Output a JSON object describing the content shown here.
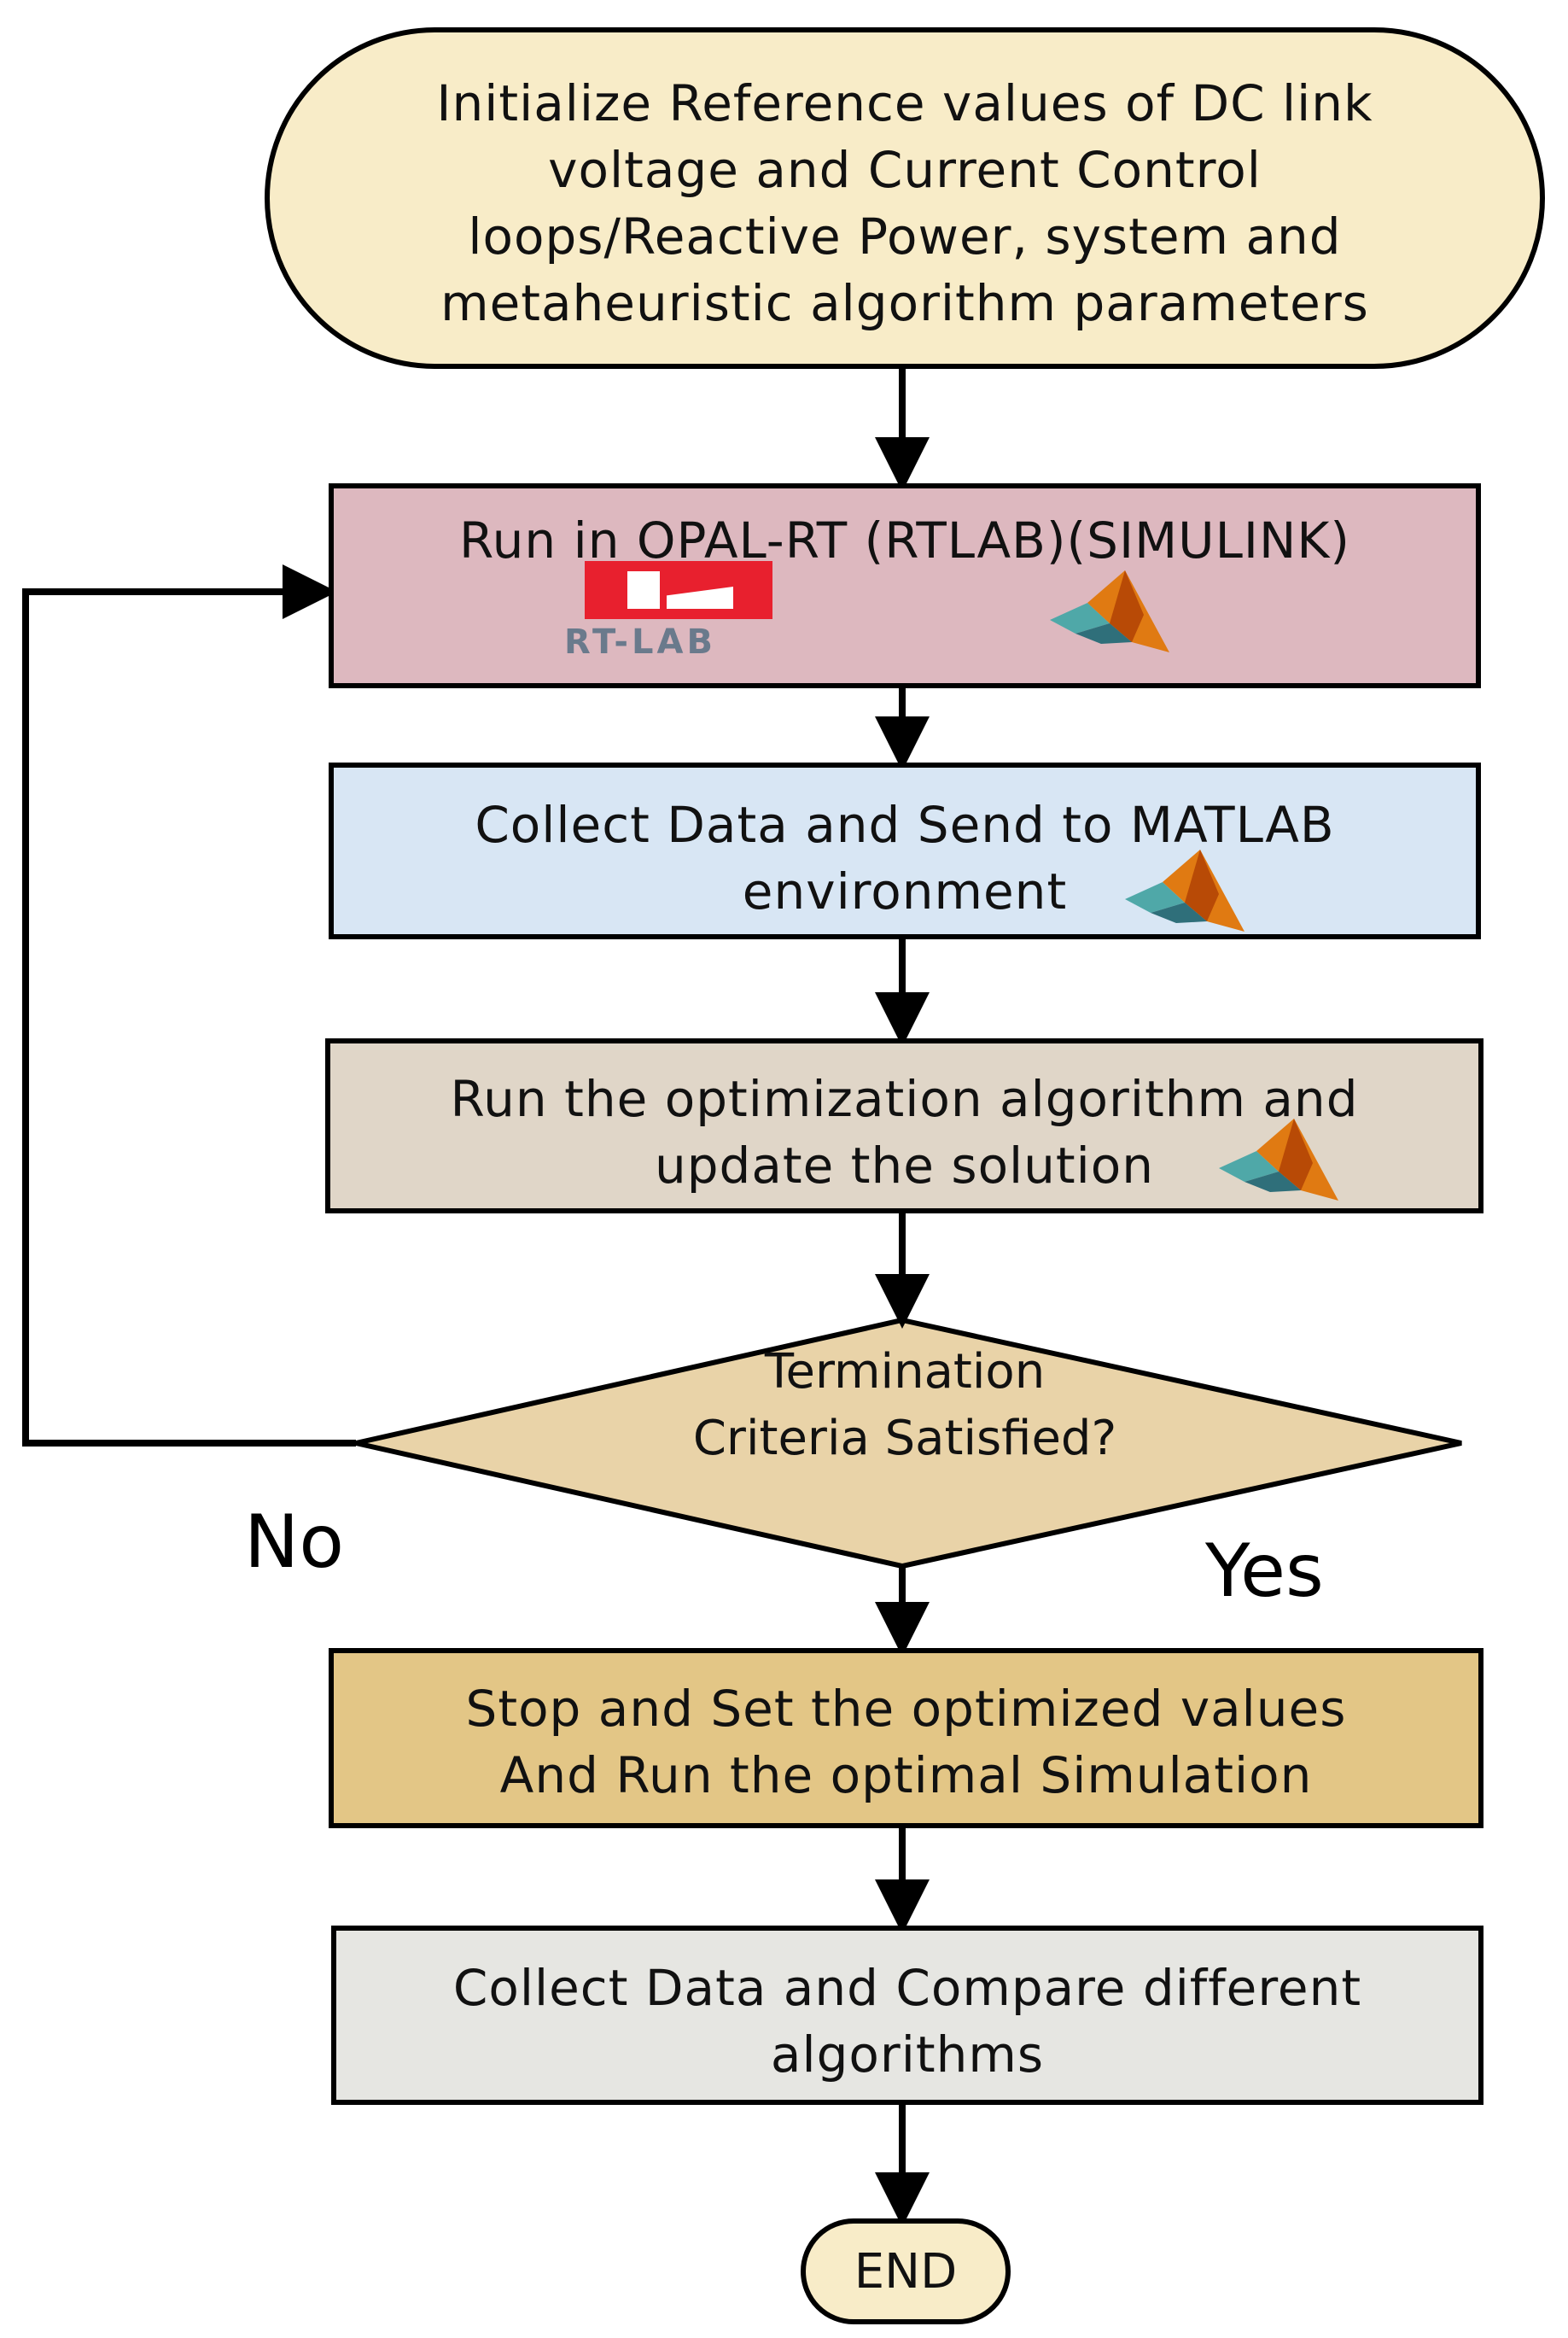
{
  "colors": {
    "start_fill": "#f8ecc8",
    "run_fill": "#ddb8bf",
    "collect_fill": "#d8e6f4",
    "optimize_fill": "#e0d6c8",
    "decision_fill": "#e9d3a8",
    "stop_fill": "#e3c686",
    "compare_fill": "#e6e6e2",
    "end_fill": "#f8ecc8",
    "stroke": "#000000",
    "rtlab_red": "#e8202e"
  },
  "start": {
    "lines": [
      "Initialize Reference values of DC link",
      "voltage and Current Control",
      "loops/Reactive Power, system  and",
      "metaheuristic algorithm parameters"
    ]
  },
  "run": {
    "line": "Run in OPAL-RT (RTLAB)(SIMULINK)",
    "logo_text": "RT-LAB",
    "icons": [
      "rtlab-logo",
      "matlab-icon"
    ]
  },
  "collect": {
    "lines": [
      "Collect Data and Send to MATLAB",
      "environment"
    ],
    "icon": "matlab-icon"
  },
  "optimize": {
    "lines": [
      "Run the optimization algorithm and",
      "update the solution"
    ],
    "icon": "matlab-icon"
  },
  "decision": {
    "lines": [
      "Termination",
      "Criteria Satisfied?"
    ]
  },
  "branches": {
    "no": "No",
    "yes": "Yes"
  },
  "stop": {
    "lines": [
      "Stop and Set the optimized values",
      "And Run the optimal Simulation"
    ]
  },
  "compare": {
    "lines": [
      "Collect Data and Compare different",
      "algorithms"
    ]
  },
  "end": {
    "label": "END"
  }
}
